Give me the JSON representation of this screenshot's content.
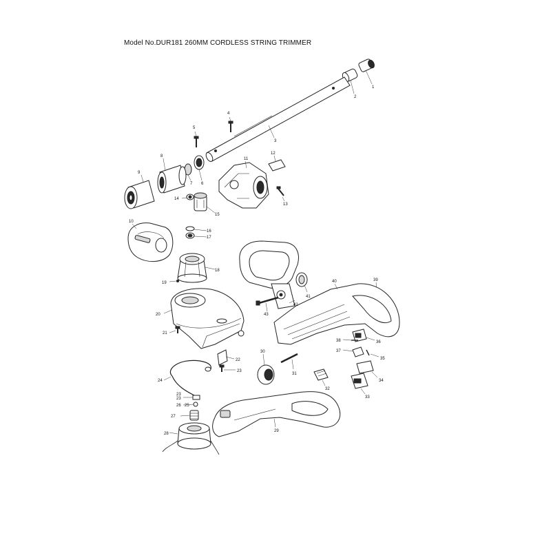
{
  "title": "Model No.DUR181 260MM CORDLESS STRING TRIMMER",
  "part_numbers": [
    "1",
    "2",
    "3",
    "4",
    "5",
    "6",
    "7",
    "8",
    "9",
    "10",
    "11",
    "12",
    "13",
    "14",
    "15",
    "16",
    "17",
    "18",
    "19",
    "20",
    "21",
    "22",
    "23",
    "23",
    "23",
    "24",
    "25",
    "26",
    "27",
    "28",
    "29",
    "30",
    "31",
    "32",
    "33",
    "34",
    "35",
    "36",
    "37",
    "38",
    "39",
    "40",
    "41",
    "42",
    "43"
  ]
}
